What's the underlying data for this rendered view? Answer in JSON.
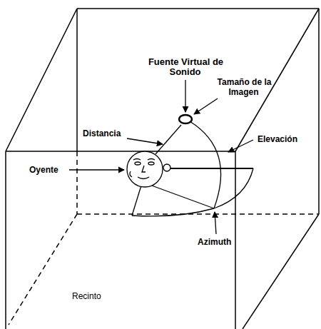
{
  "diagram": {
    "labels": [
      "Fuente Virtual de Sonido",
      "Tamaño de la Imagen",
      "Distancia",
      "Elevación",
      "Oyente",
      "Azimuth",
      "Recinto"
    ]
  }
}
